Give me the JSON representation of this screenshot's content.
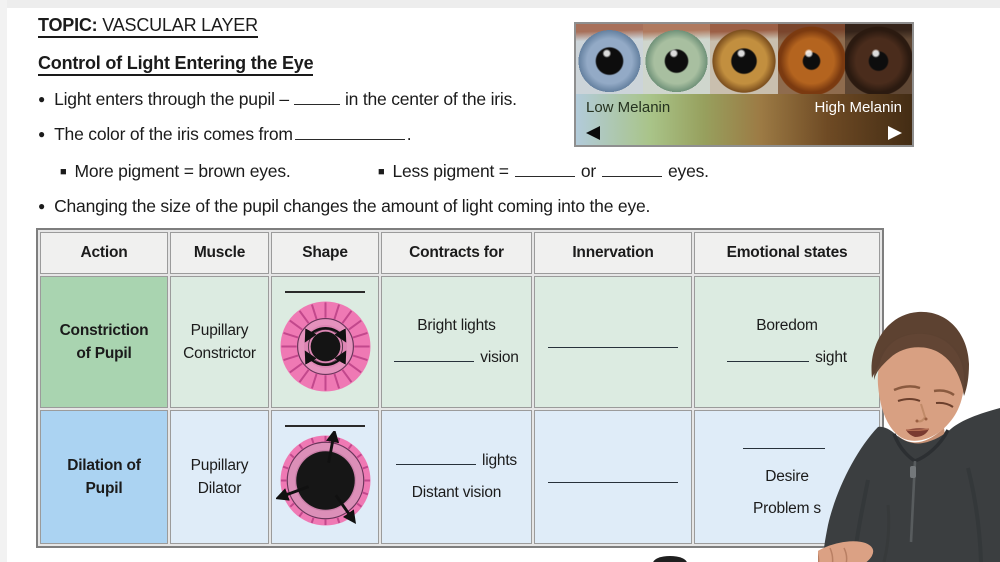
{
  "header": {
    "topic_label": "TOPIC:",
    "topic_title": " VASCULAR LAYER",
    "subtitle": "Control of Light Entering the Eye"
  },
  "bullets": {
    "b1_pre": "Light enters through the pupil –",
    "b1_post": "in the center of the iris.",
    "b2_pre": "The color of the iris comes from",
    "b2_period": ".",
    "sub_more": "More pigment = brown eyes.",
    "sub_less_pre": "Less pigment =",
    "sub_less_or": "or",
    "sub_less_post": "eyes.",
    "b3": "Changing the size of the pupil changes the amount of light coming into the eye."
  },
  "melanin_figure": {
    "low_label": "Low Melanin",
    "high_label": "High Melanin",
    "iris_colors": [
      {
        "inner": "#93aac6",
        "outer": "#64809f"
      },
      {
        "inner": "#a8bfa0",
        "outer": "#6f9178"
      },
      {
        "inner": "#c28f3f",
        "outer": "#7c4f1e"
      },
      {
        "inner": "#b4641f",
        "outer": "#7b3a10"
      },
      {
        "inner": "#4a2c1c",
        "outer": "#2b1a10"
      }
    ]
  },
  "table": {
    "headers": [
      "Action",
      "Muscle",
      "Shape",
      "Contracts for",
      "Innervation",
      "Emotional states"
    ],
    "row_constriction": {
      "action": "Constriction of Pupil",
      "muscle": "Pupillary Constrictor",
      "contracts_line1": "Bright lights",
      "contracts_blank_suffix": "vision",
      "emotional_line1": "Boredom",
      "emotional_blank_suffix": "sight"
    },
    "row_dilation": {
      "action": "Dilation of Pupil",
      "muscle": "Pupillary Dilator",
      "contracts_blank_suffix": "lights",
      "contracts_line2": "Distant vision",
      "emotional_line2": "Desire",
      "emotional_line3": "Problem s"
    }
  },
  "colors": {
    "row1_action_bg": "#a9d4b0",
    "row1_bg": "#dcebe1",
    "row2_action_bg": "#abd3f2",
    "row2_bg": "#dfecf8",
    "diagram_pink": "#ef79b4",
    "diagram_pink_dark": "#c2488c"
  }
}
